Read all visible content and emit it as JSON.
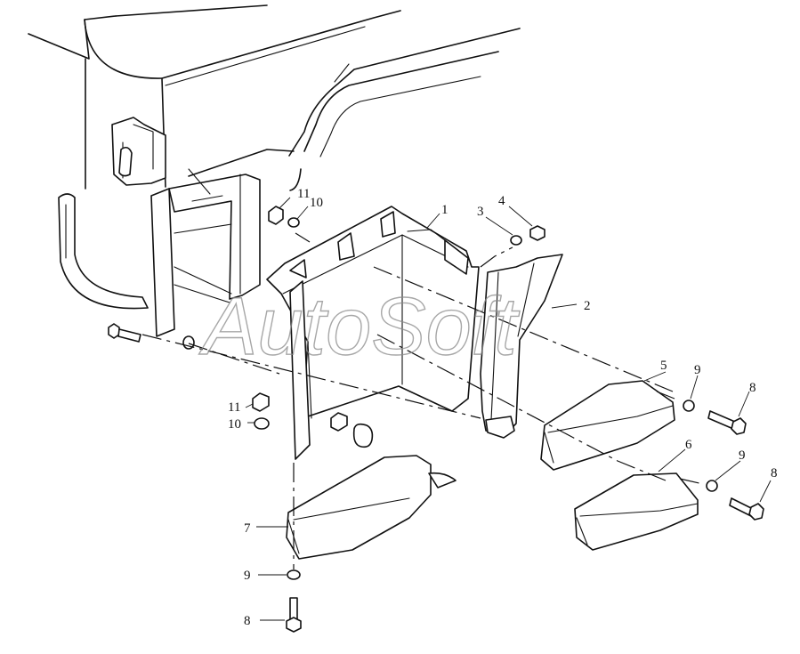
{
  "watermark": "AutoSoft",
  "callouts": [
    {
      "id": "c1",
      "text": "1"
    },
    {
      "id": "c2",
      "text": "2"
    },
    {
      "id": "c3",
      "text": "3"
    },
    {
      "id": "c4",
      "text": "4"
    },
    {
      "id": "c5",
      "text": "5"
    },
    {
      "id": "c6",
      "text": "6"
    },
    {
      "id": "c7",
      "text": "7"
    },
    {
      "id": "c8a",
      "text": "8"
    },
    {
      "id": "c8b",
      "text": "8"
    },
    {
      "id": "c8c",
      "text": "8"
    },
    {
      "id": "c9a",
      "text": "9"
    },
    {
      "id": "c9b",
      "text": "9"
    },
    {
      "id": "c9c",
      "text": "9"
    },
    {
      "id": "c10a",
      "text": "10"
    },
    {
      "id": "c10b",
      "text": "10"
    },
    {
      "id": "c11a",
      "text": "11"
    },
    {
      "id": "c11b",
      "text": "11"
    }
  ]
}
